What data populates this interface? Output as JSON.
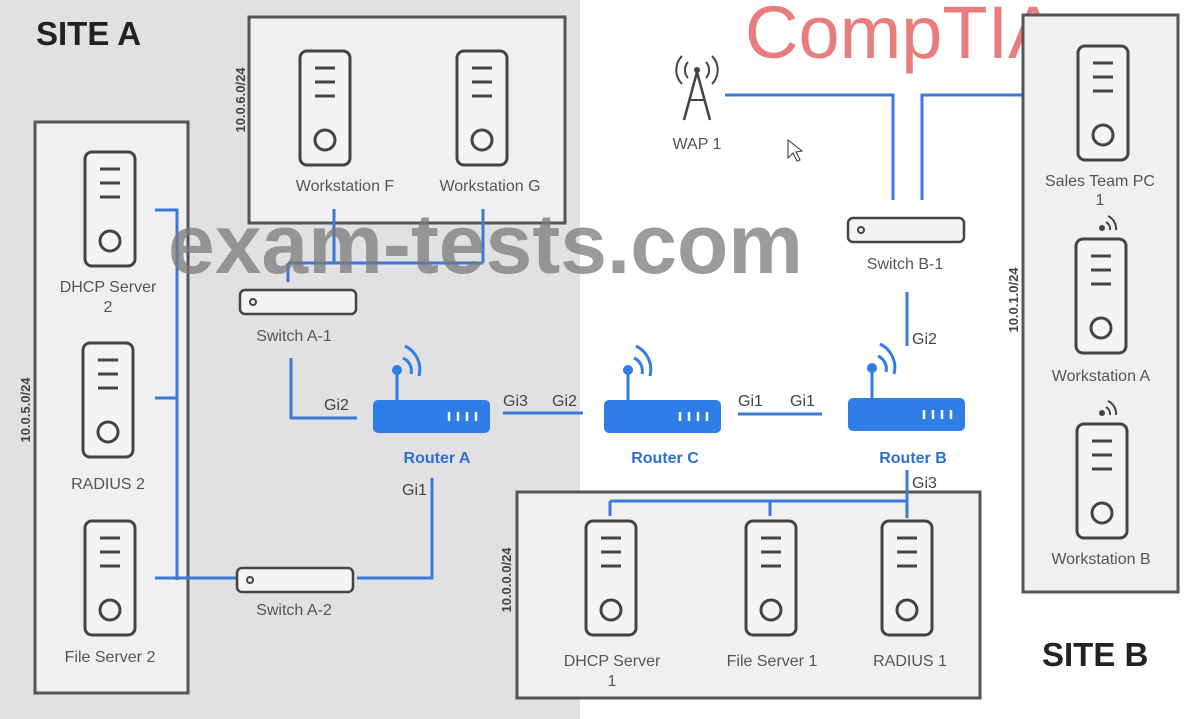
{
  "logo": {
    "text": "CompTIA",
    "color": "#ea7c7e"
  },
  "watermark": "exam-tests.com",
  "colors": {
    "link": "#3b7ad8",
    "router": "#2f7ee6",
    "site_a_bg": "#e1e1e4"
  },
  "site_a": {
    "title": "SITE A",
    "subnets": {
      "servers": "10.0.5.0/24",
      "workstations": "10.0.6.0/24"
    },
    "devices": {
      "dhcp_server_2": [
        "DHCP Server",
        "2"
      ],
      "radius_2": "RADIUS 2",
      "file_server_2": "File Server 2",
      "workstation_f": "Workstation F",
      "workstation_g": "Workstation G",
      "switch_a1": "Switch A-1",
      "switch_a2": "Switch A-2",
      "router_a": "Router A"
    },
    "ports": {
      "ra_gi2": "Gi2",
      "ra_gi1": "Gi1",
      "ra_gi3": "Gi3"
    }
  },
  "core": {
    "router_c": "Router C",
    "ports": {
      "rc_gi2": "Gi2",
      "rc_gi1": "Gi1",
      "rb_gi1": "Gi1"
    }
  },
  "site_b": {
    "title": "SITE B",
    "subnets": {
      "servers": "10.0.0.0/24",
      "workstations": "10.0.1.0/24"
    },
    "devices": {
      "wap_1": "WAP 1",
      "switch_b1": "Switch B-1",
      "router_b": "Router B",
      "sales_team_pc_1": [
        "Sales Team PC",
        "1"
      ],
      "workstation_a": "Workstation A",
      "workstation_b": "Workstation B",
      "dhcp_server_1": [
        "DHCP Server",
        "1"
      ],
      "file_server_1": "File Server 1",
      "radius_1": "RADIUS 1"
    },
    "ports": {
      "rb_gi2": "Gi2",
      "rb_gi3": "Gi3"
    }
  }
}
